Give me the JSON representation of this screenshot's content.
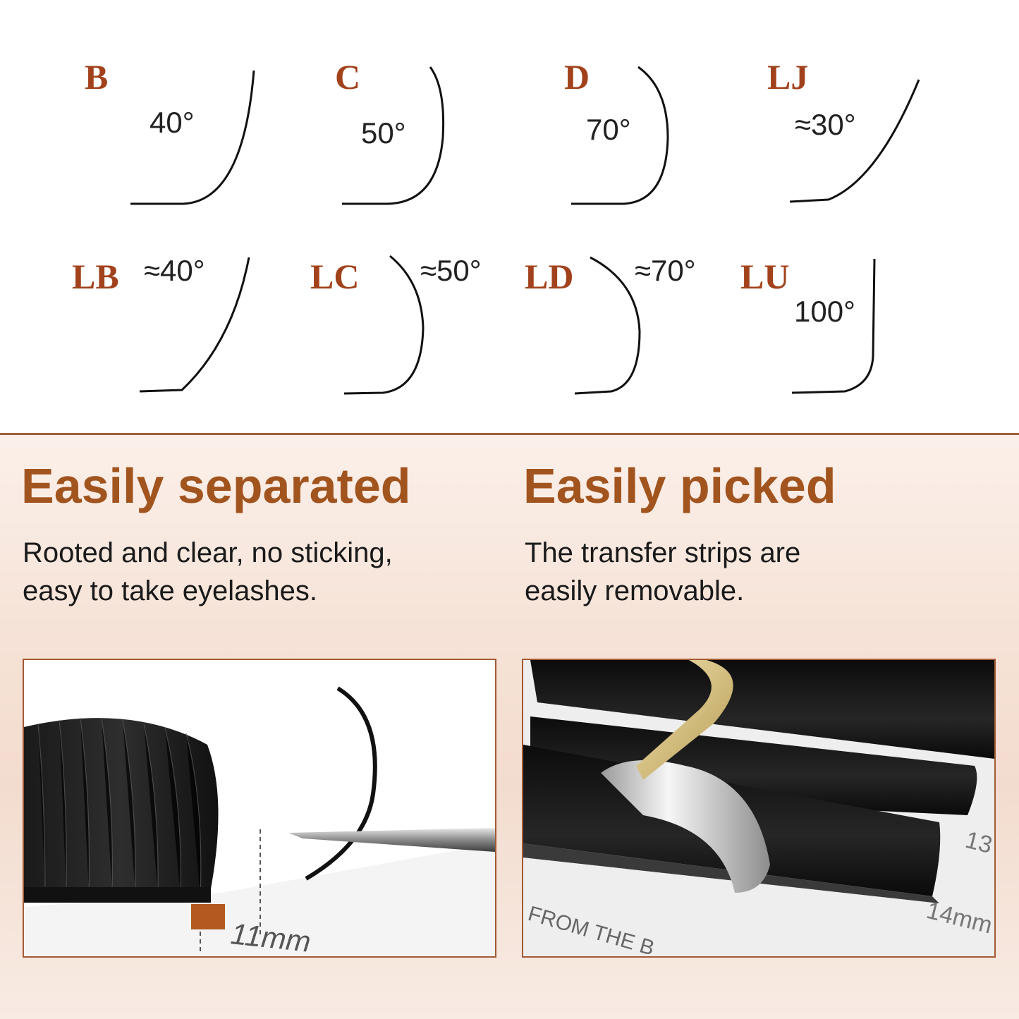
{
  "colors": {
    "accent": "#a2421c",
    "heading": "#a2541f",
    "frame": "#a25a35"
  },
  "curls": [
    {
      "letter": "B",
      "angle": "40°"
    },
    {
      "letter": "C",
      "angle": "50°"
    },
    {
      "letter": "D",
      "angle": "70°"
    },
    {
      "letter": "LJ",
      "angle": "≈30°"
    },
    {
      "letter": "LB",
      "angle": "≈40°"
    },
    {
      "letter": "LC",
      "angle": "≈50°"
    },
    {
      "letter": "LD",
      "angle": "≈70°"
    },
    {
      "letter": "LU",
      "angle": "100°"
    }
  ],
  "features": [
    {
      "title": "Easily separated",
      "line1": "Rooted and clear, no sticking,",
      "line2": "easy to take eyelashes."
    },
    {
      "title": "Easily picked",
      "line1": "The transfer strips are",
      "line2": "easily removable."
    }
  ],
  "photos": [
    {
      "length_label": "11mm"
    },
    {
      "length_label_a": "13",
      "length_label_b": "14mm",
      "strip_text": "FROM THE B"
    }
  ]
}
